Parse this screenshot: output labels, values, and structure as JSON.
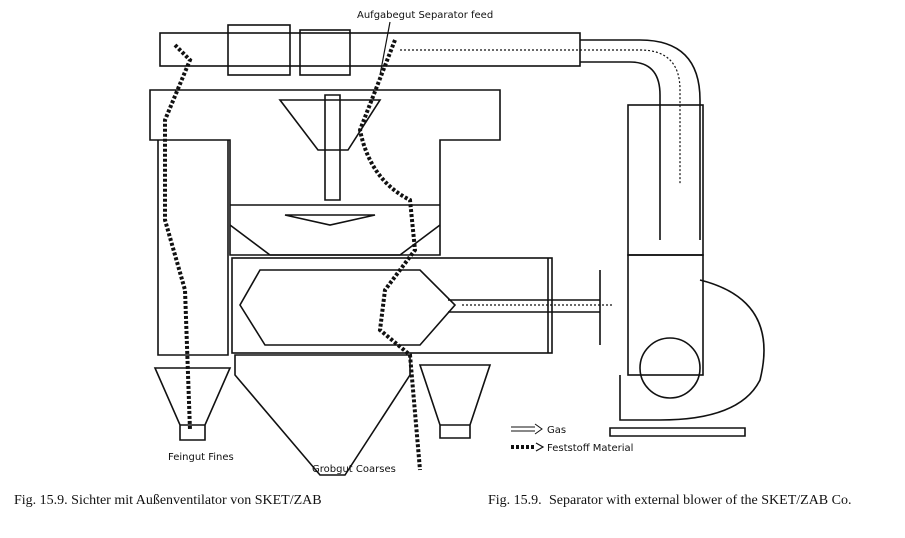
{
  "labels": {
    "feed": "Aufgabegut  Separator feed",
    "fines": "Feingut  Fines",
    "coarses": "Grobgut  Coarses"
  },
  "legend": {
    "gas": "Gas",
    "material": "Feststoff  Material"
  },
  "captions": {
    "german": "Fig. 15.9.   Sichter mit Außenventilator von SKET/ZAB",
    "english_number": "Fig. 15.9.",
    "english_text": "Separator with external blower of the SKET/ZAB Co."
  }
}
